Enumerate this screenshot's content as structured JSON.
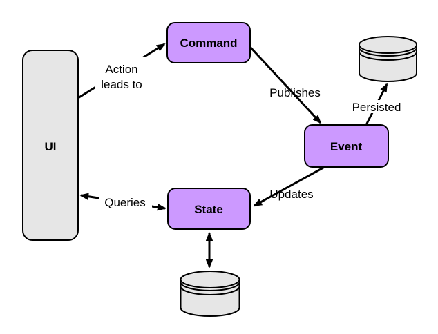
{
  "colors": {
    "node_purple": "#cc99ff",
    "node_gray": "#e6e6e6",
    "line_black": "#000000",
    "background": "#ffffff"
  },
  "nodes": {
    "ui": {
      "label": "UI"
    },
    "command": {
      "label": "Command"
    },
    "event": {
      "label": "Event"
    },
    "state": {
      "label": "State"
    }
  },
  "icons": {
    "event_store": "database-cylinder",
    "state_store": "database-cylinder"
  },
  "edges": {
    "action": {
      "label_line1": "Action",
      "label_line2": "leads to",
      "from": "ui",
      "to": "command"
    },
    "publishes": {
      "label": "Publishes",
      "from": "command",
      "to": "event"
    },
    "persisted": {
      "label": "Persisted",
      "from": "event",
      "to": "event_store"
    },
    "updates": {
      "label": "Updates",
      "from": "event",
      "to": "state"
    },
    "queries": {
      "label": "Queries",
      "from": "ui",
      "to": "state",
      "bidirectional": true
    },
    "state_storage": {
      "label": "",
      "from": "state",
      "to": "state_store",
      "bidirectional": true
    }
  }
}
